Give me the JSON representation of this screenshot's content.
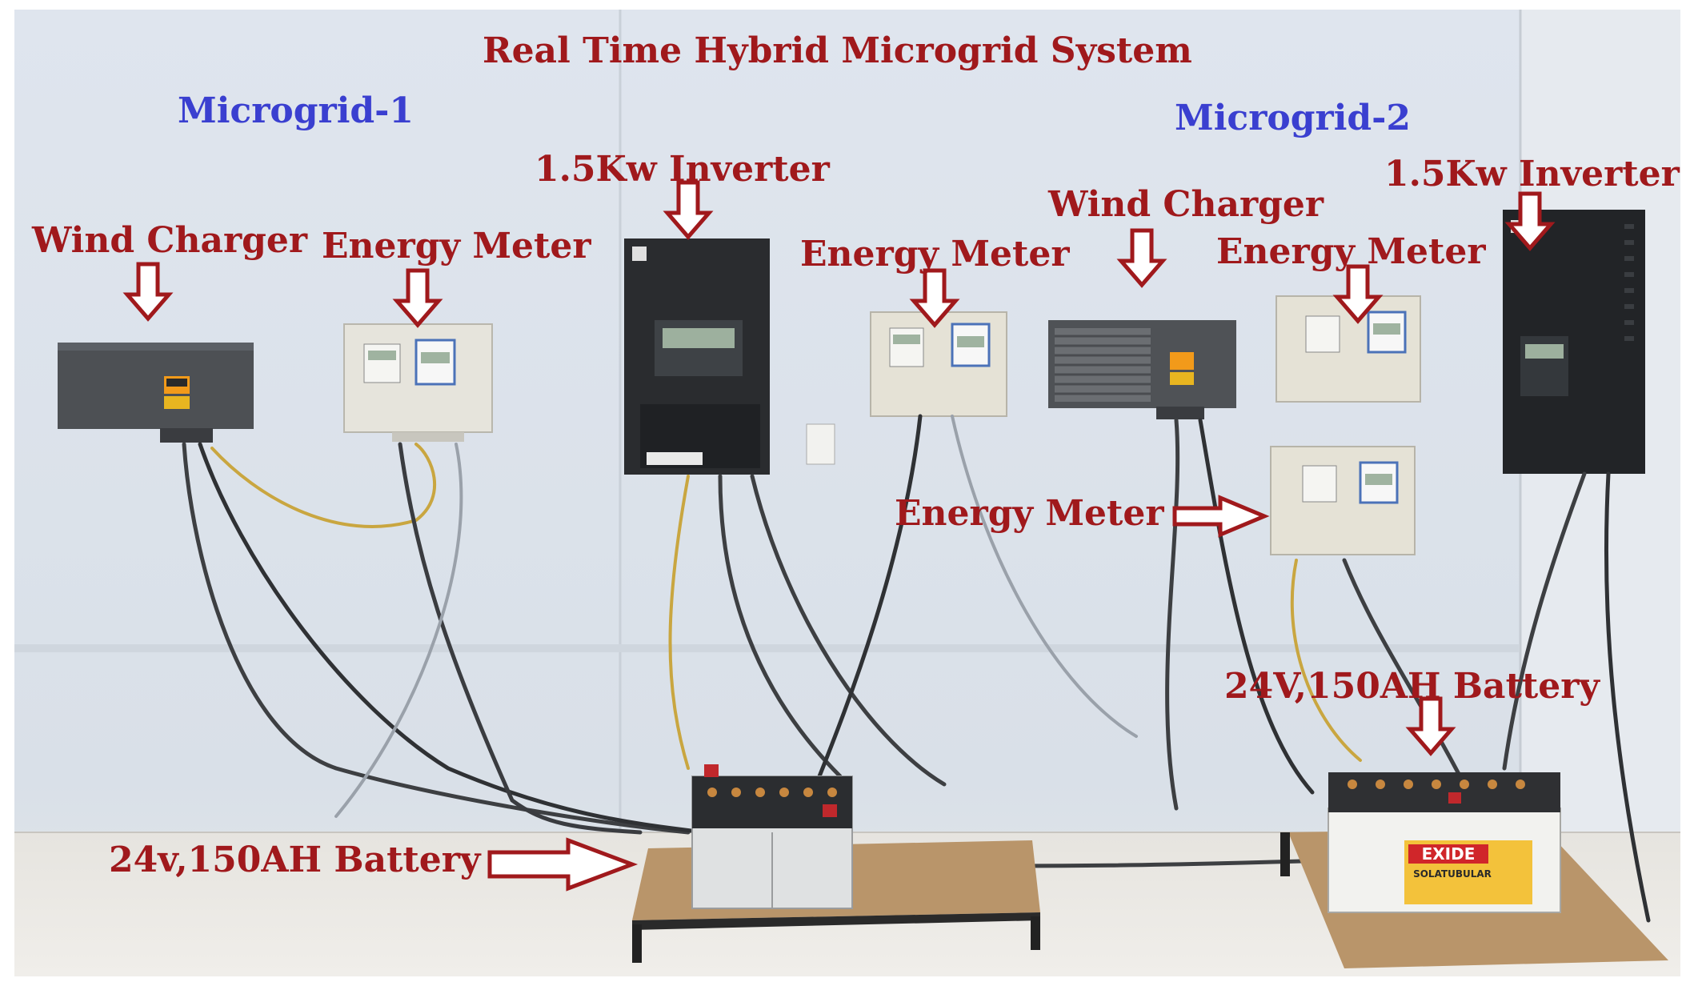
{
  "title": "Real Time Hybrid Microgrid System",
  "microgrid1": {
    "heading": "Microgrid-1",
    "wind_charger": "Wind Charger",
    "energy_meter": "Energy Meter",
    "inverter": "1.5Kw Inverter",
    "energy_meter_2": "Energy Meter",
    "battery": "24v,150AH Battery"
  },
  "microgrid2": {
    "heading": "Microgrid-2",
    "wind_charger": "Wind Charger",
    "energy_meter_top": "Energy Meter",
    "energy_meter_side": "Energy Meter",
    "inverter": "1.5Kw Inverter",
    "battery": "24V,150AH Battery"
  },
  "battery_brand": {
    "name": "EXIDE",
    "sub": "SOLATUBULAR"
  },
  "colors": {
    "label_red": "#a0191c",
    "label_blue": "#3a3fd0",
    "wall": "#dde4ec",
    "floor": "#ece9e4"
  }
}
